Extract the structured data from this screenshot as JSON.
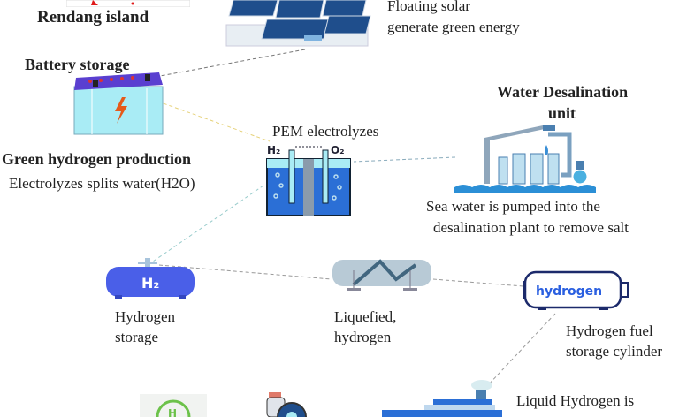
{
  "labels": {
    "rendang": "Rendang island",
    "solar_1": "Floating solar",
    "solar_2": "generate green energy",
    "battery": "Battery storage",
    "green_h2": "Green hydrogen production",
    "electrolyzes": "Electrolyzes splits water(H2O)",
    "pem": "PEM electrolyzes",
    "desal_1": "Water Desalination",
    "desal_2": "unit",
    "sea_1": "Sea water is pumped into the",
    "sea_2": "desalination plant to remove salt",
    "h2storage_1": "Hydrogen",
    "h2storage_2": "storage",
    "liquefied_1": "Liquefied,",
    "liquefied_2": "hydrogen",
    "cylinder_1": "Hydrogen fuel",
    "cylinder_2": "storage cylinder",
    "liquid_1": "Liquid Hydrogen is"
  },
  "icon_text": {
    "h2_tank": "H₂",
    "cylinder": "hydrogen",
    "h2": "H₂",
    "o2": "O₂",
    "station": "H"
  },
  "colors": {
    "accent_blue": "#3a5bd9",
    "panel_blue": "#1f4e8c",
    "water_blue": "#2b6fd6"
  }
}
